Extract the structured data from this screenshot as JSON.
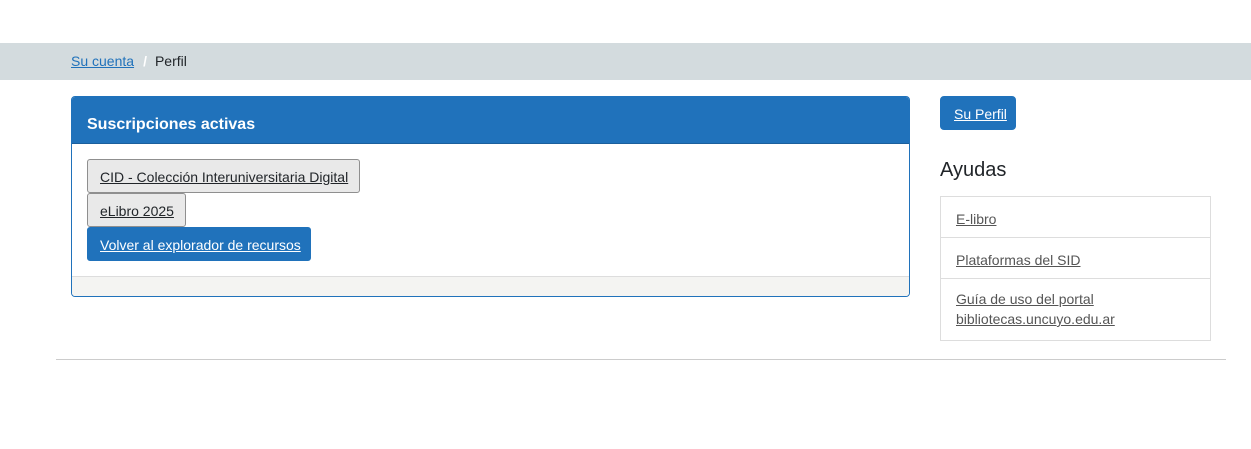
{
  "breadcrumb": {
    "items": [
      {
        "label": "Su cuenta"
      },
      {
        "label": "Perfil"
      }
    ],
    "separator": "/"
  },
  "subscriptions": {
    "title": "Suscripciones activas",
    "items": [
      {
        "label": "CID - Colección Interuniversitaria Digital"
      },
      {
        "label": "eLibro 2025"
      }
    ],
    "back_button": "Volver al explorador de recursos"
  },
  "sidebar": {
    "profile_button": "Su Perfil",
    "help_title": "Ayudas",
    "help_links": [
      {
        "label": "E-libro"
      },
      {
        "label": "Plataformas del SID"
      },
      {
        "label": "Guía de uso del portal bibliotecas.uncuyo.edu.ar"
      }
    ]
  },
  "colors": {
    "primary": "#2072bb",
    "breadcrumb_bg": "#d3dbde",
    "footer_bg": "#f4f4f2"
  }
}
